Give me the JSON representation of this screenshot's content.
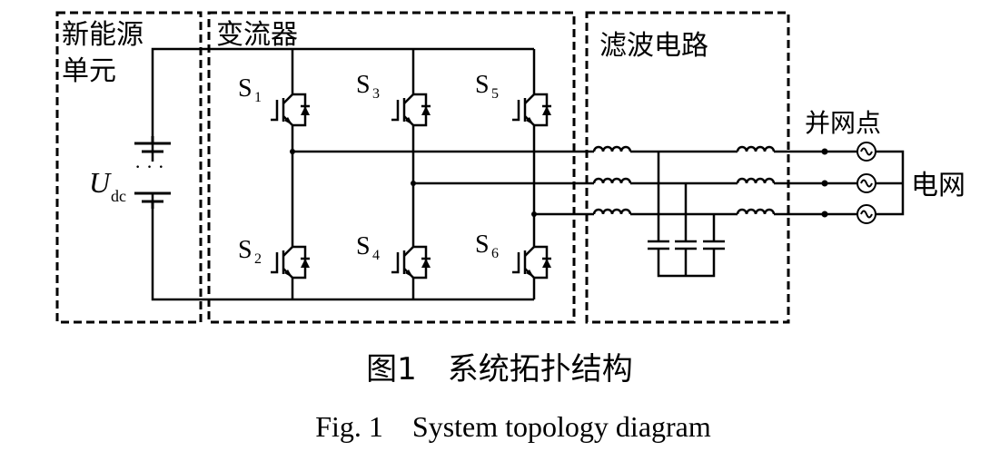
{
  "blocks": {
    "source": [
      "新能源",
      "单元"
    ],
    "converter": "变流器",
    "filter": "滤波电路"
  },
  "labels": {
    "pcc": "并网点",
    "grid": "电网",
    "dc_voltage": "U",
    "dc_voltage_sub": "dc",
    "battery_dots": "· · ·"
  },
  "switches": [
    {
      "name": "S",
      "sub": "1"
    },
    {
      "name": "S",
      "sub": "3"
    },
    {
      "name": "S",
      "sub": "5"
    },
    {
      "name": "S",
      "sub": "2"
    },
    {
      "name": "S",
      "sub": "4"
    },
    {
      "name": "S",
      "sub": "6"
    }
  ],
  "caption": {
    "cn": "图1　系统拓扑结构",
    "en": "Fig. 1　System topology diagram"
  }
}
